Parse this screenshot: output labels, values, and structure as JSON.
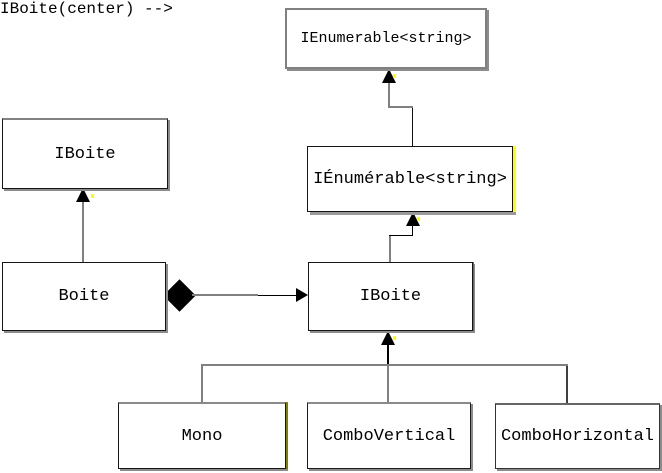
{
  "diagram": {
    "colors": {
      "background": "#ffffff",
      "line_gray": "#808080",
      "line_black": "#000000",
      "shadow_gray": "#8c8c8c",
      "highlight_yellow": "#ffff00",
      "highlight_olive": "#808000"
    },
    "nodes": {
      "ienumerable_generic": {
        "label": "IEnumerable<string>"
      },
      "iboite_left": {
        "label": "IBoite"
      },
      "ienumerable_french": {
        "label": "IÉnumérable<string>"
      },
      "boite": {
        "label": "Boite"
      },
      "iboite_center": {
        "label": "IBoite"
      },
      "mono": {
        "label": "Mono"
      },
      "combo_vertical": {
        "label": "ComboVertical"
      },
      "combo_horizontal": {
        "label": "ComboHorizontal"
      }
    },
    "edges": [
      {
        "from": "Boite",
        "to": "IBoite (left)",
        "type": "generalization-arrow"
      },
      {
        "from": "Boite",
        "to": "IBoite (center)",
        "type": "composition-diamond-to-arrow"
      },
      {
        "from": "IBoite (center)",
        "to": "IÉnumérable<string>",
        "type": "generalization-arrow-stepped"
      },
      {
        "from": "IÉnumérable<string>",
        "to": "IEnumerable<string>",
        "type": "generalization-arrow-stepped"
      },
      {
        "from": "Mono / ComboVertical / ComboHorizontal",
        "to": "IBoite (center)",
        "type": "generalization-tree"
      }
    ]
  }
}
